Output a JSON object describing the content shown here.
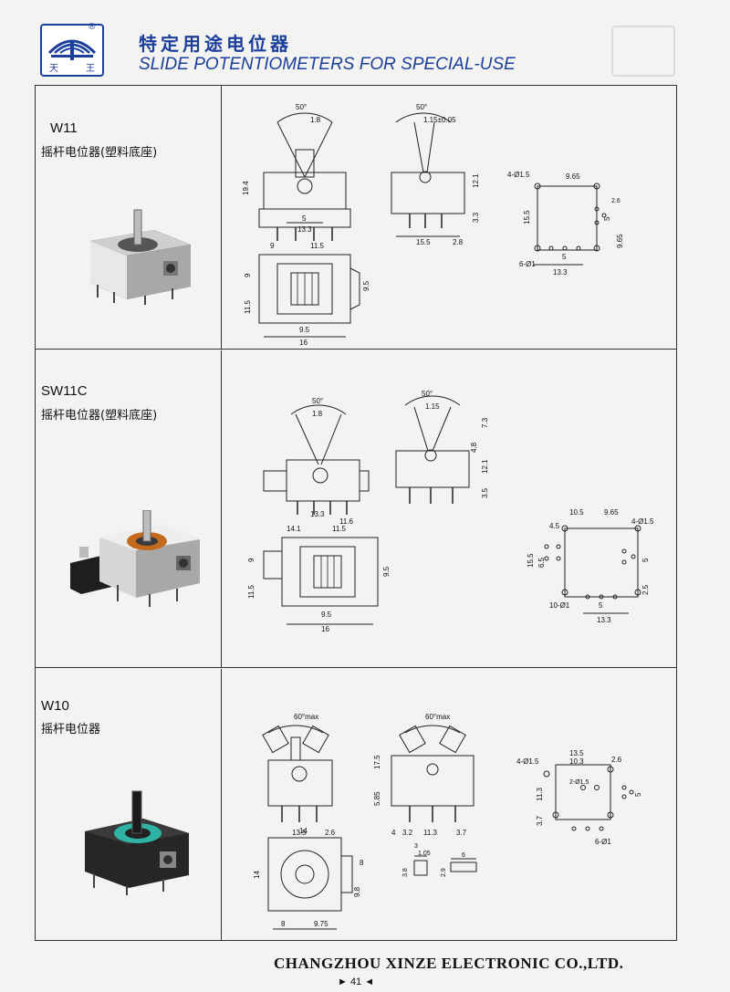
{
  "header": {
    "title_cn": "特定用途电位器",
    "title_en": "SLIDE POTENTIOMETERS FOR SPECIAL-USE",
    "logo_text_left": "天",
    "logo_text_right": "王",
    "logo_mark": "®"
  },
  "products": [
    {
      "model": "W11",
      "desc": "摇杆电位器(塑料底座)",
      "dims": {
        "front": [
          "50°",
          "1.8",
          "19.4",
          "5",
          "13.3"
        ],
        "side": [
          "50°",
          "1.15±0.05",
          "15.5",
          "2.8",
          "12.1",
          "3.3"
        ],
        "top": [
          "9",
          "11.5",
          "9",
          "11.5",
          "9.5",
          "9.5",
          "16"
        ],
        "holes": [
          "4-Ø1.5",
          "9.65",
          "15.5",
          "5",
          "6-Ø1",
          "5",
          "13.3",
          "9.65",
          "2.6"
        ]
      }
    },
    {
      "model": "SW11C",
      "desc": "摇杆电位器(塑料底座)",
      "dims": {
        "front": [
          "50°",
          "1.8",
          "13.3",
          "11.6"
        ],
        "side": [
          "50°",
          "1.15",
          "7.3",
          "4.8",
          "12.1",
          "3.5"
        ],
        "top": [
          "14.1",
          "11.5",
          "9",
          "11.5",
          "9.5",
          "9.5",
          "16"
        ],
        "holes": [
          "10.5",
          "9.65",
          "4-Ø1.5",
          "4.5",
          "15.5",
          "6.5",
          "5",
          "10-Ø1",
          "5",
          "13.3",
          "2.5"
        ]
      }
    },
    {
      "model": "W10",
      "desc": "摇杆电位器",
      "dims": {
        "front": [
          "60°max",
          "13.5",
          "2.6"
        ],
        "side": [
          "60°max",
          "17.5",
          "5.85",
          "4",
          "3.2",
          "11.3",
          "3.7"
        ],
        "top": [
          "14",
          "14",
          "8",
          "9.8",
          "8",
          "9.75"
        ],
        "holes": [
          "13.5",
          "10.3",
          "4-Ø1.5",
          "2-Ø1.5",
          "11.3",
          "5",
          "3.7",
          "6-Ø1",
          "2.6"
        ],
        "terminal": [
          "3",
          "1.05",
          "3.8",
          "2.9",
          "6"
        ]
      }
    }
  ],
  "footer": {
    "company": "CHANGZHOU XINZE ELECTRONIC CO.,LTD.",
    "page": "► 41 ◄"
  }
}
